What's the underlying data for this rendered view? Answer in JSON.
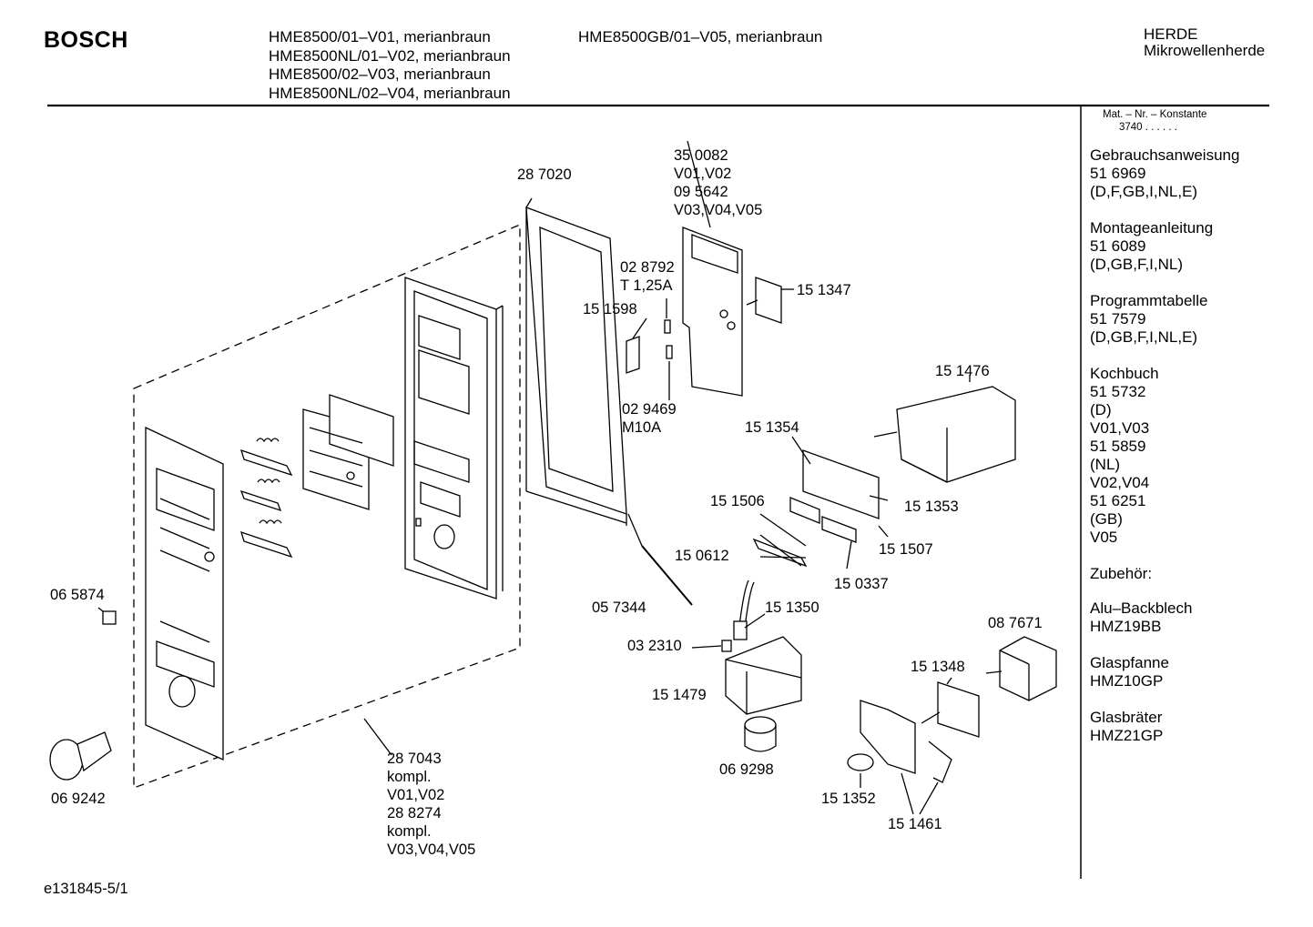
{
  "header": {
    "brand": "BOSCH",
    "models_col1": [
      "HME8500/01–V01, merianbraun",
      "HME8500NL/01–V02, merianbraun",
      "HME8500/02–V03, merianbraun",
      "HME8500NL/02–V04, merianbraun"
    ],
    "models_col2": [
      "HME8500GB/01–V05, merianbraun"
    ],
    "category": [
      "HERDE",
      "Mikrowellenherde"
    ]
  },
  "sidebar": {
    "matnr_title": "Mat. – Nr. – Konstante",
    "matnr_value": "3740 .  .  .  .  .  .",
    "blocks": [
      [
        "Gebrauchsanweisung",
        "51 6969",
        "(D,F,GB,I,NL,E)"
      ],
      [
        "Montageanleitung",
        "51 6089",
        "(D,GB,F,I,NL)"
      ],
      [
        "Programmtabelle",
        "51 7579",
        "(D,GB,F,I,NL,E)"
      ],
      [
        "Kochbuch",
        "51 5732",
        "(D)",
        "V01,V03",
        "51 5859",
        "(NL)",
        "V02,V04",
        "51 6251",
        "(GB)",
        "V05"
      ],
      [
        "Zubehör:"
      ],
      [
        "Alu–Backblech",
        "HMZ19BB"
      ],
      [
        "Glaspfanne",
        "HMZ10GP"
      ],
      [
        "Glasbräter",
        "HMZ21GP"
      ]
    ]
  },
  "labels": {
    "p287020": [
      "28 7020"
    ],
    "p350082": [
      "35 0082",
      "V01,V02",
      "09 5642",
      "V03,V04,V05"
    ],
    "p028792": [
      "02 8792",
      "T 1,25A"
    ],
    "p151598": [
      "15 1598"
    ],
    "p151347": [
      "15 1347"
    ],
    "p029469": [
      "02 9469",
      "M10A"
    ],
    "p151476": [
      "15 1476"
    ],
    "p151354": [
      "15 1354"
    ],
    "p151353": [
      "15 1353"
    ],
    "p151506": [
      "15 1506"
    ],
    "p150612": [
      "15 0612"
    ],
    "p151507": [
      "15 1507"
    ],
    "p150337": [
      "15 0337"
    ],
    "p065874": [
      "06 5874"
    ],
    "p057344": [
      "05 7344"
    ],
    "p151350": [
      "15 1350"
    ],
    "p087671": [
      "08 7671"
    ],
    "p032310": [
      "03 2310"
    ],
    "p151348": [
      "15 1348"
    ],
    "p151479": [
      "15 1479"
    ],
    "p069298": [
      "06 9298"
    ],
    "p287043": [
      "28 7043",
      "kompl.",
      "V01,V02",
      "28 8274",
      "kompl.",
      "V03,V04,V05"
    ],
    "p069242": [
      "06 9242"
    ],
    "p151352": [
      "15 1352"
    ],
    "p151461": [
      "15 1461"
    ]
  },
  "footer": {
    "code": "e131845-5/1"
  }
}
